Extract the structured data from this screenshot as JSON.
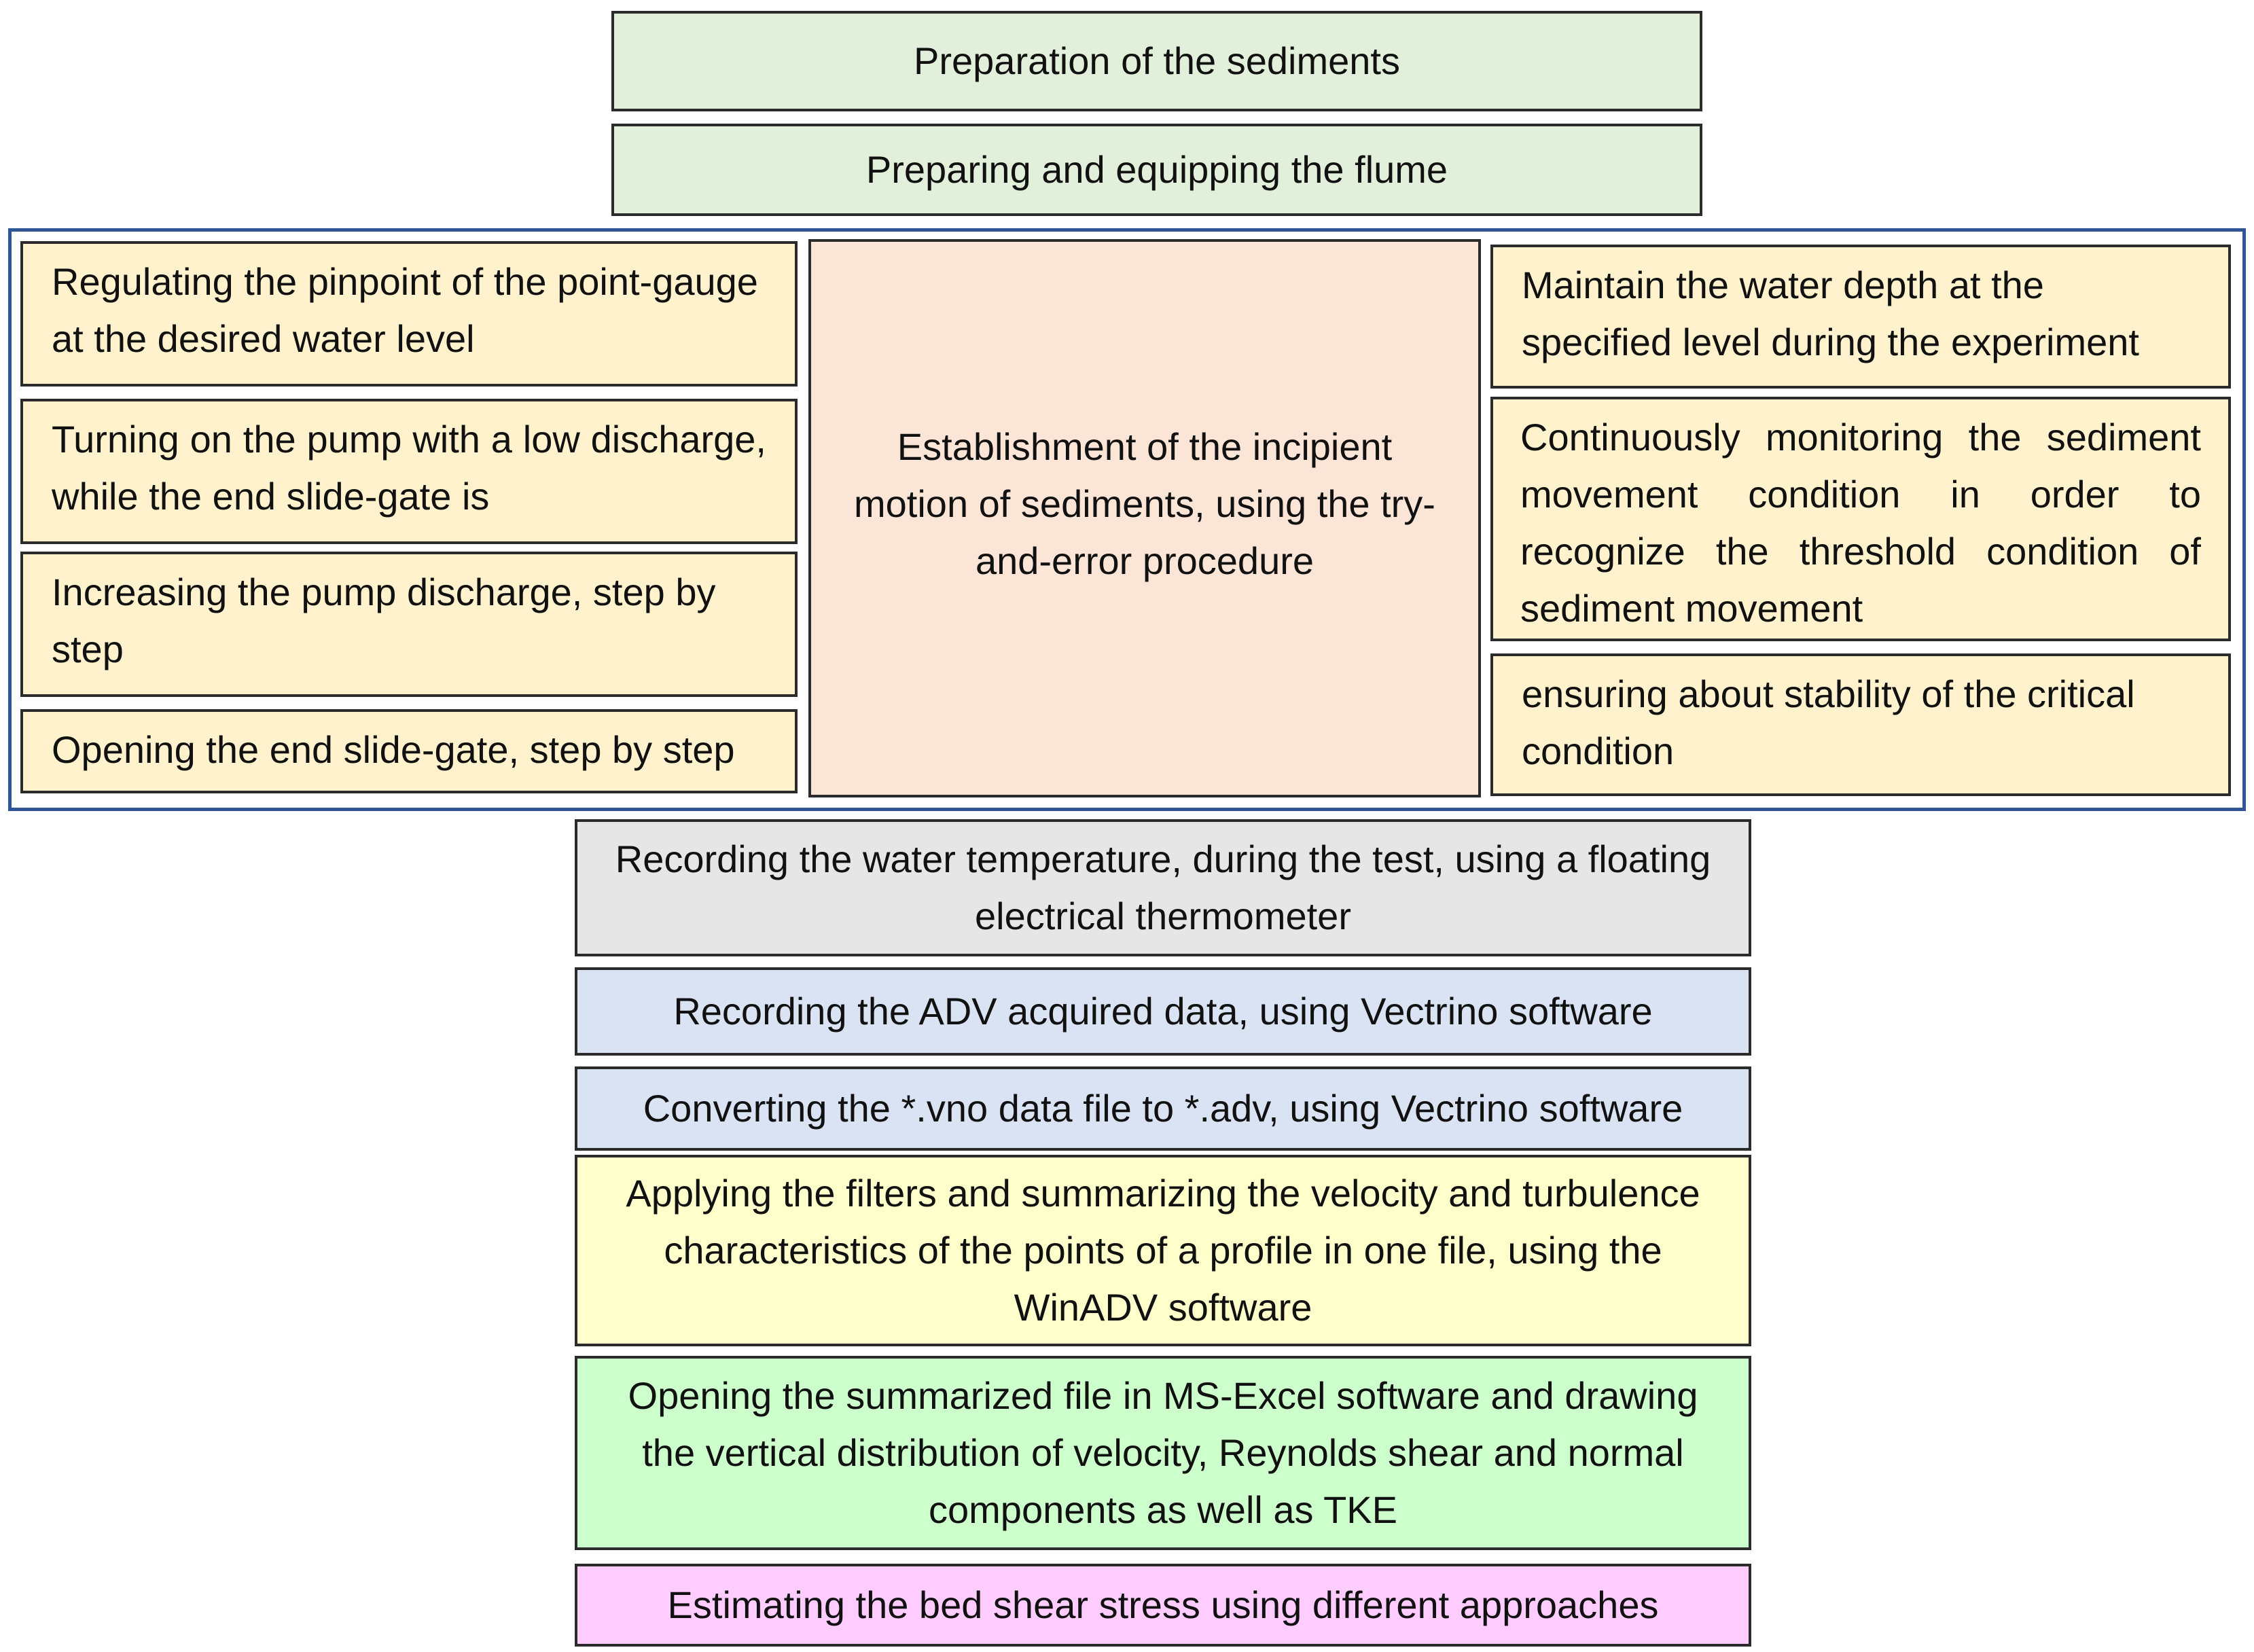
{
  "top_steps": [
    "Preparation of the sediments",
    "Preparing and equipping the flume"
  ],
  "left_steps": [
    "Regulating the pinpoint of the point-gauge at the desired water level",
    "Turning on the pump with a low discharge, while the end slide-gate is",
    "Increasing the pump discharge, step by step",
    "Opening the end slide-gate, step by step"
  ],
  "center_step": "Establishment of the incipient motion of sediments, using the try-and-error procedure",
  "right_steps": [
    "Maintain the water depth at the specified level during the experiment",
    "Continuously monitoring the sediment movement condition in order to recognize the threshold condition of sediment movement",
    "ensuring about stability of the critical condition"
  ],
  "bottom_steps": [
    "Recording the water temperature, during the test, using a floating electrical thermometer",
    "Recording the ADV acquired data, using Vectrino software",
    "Converting the *.vno data file to *.adv, using Vectrino software",
    "Applying the filters and summarizing the velocity and turbulence characteristics of the points of a profile in one file, using the WinADV software",
    "Opening the summarized file in MS-Excel software and drawing the vertical distribution of velocity, Reynolds shear and normal components as well as TKE",
    "Estimating the bed shear stress using different approaches"
  ],
  "colors": {
    "top": "#e2efda",
    "left": "#fff2cc",
    "center": "#fbe5d6",
    "right": "#fff2cc",
    "frame_border": "#2f5597",
    "temperature": "#e6e6e6",
    "adv": "#dae3f3",
    "filters": "#ffffcc",
    "excel": "#ccffcc",
    "shear": "#ffccff"
  }
}
